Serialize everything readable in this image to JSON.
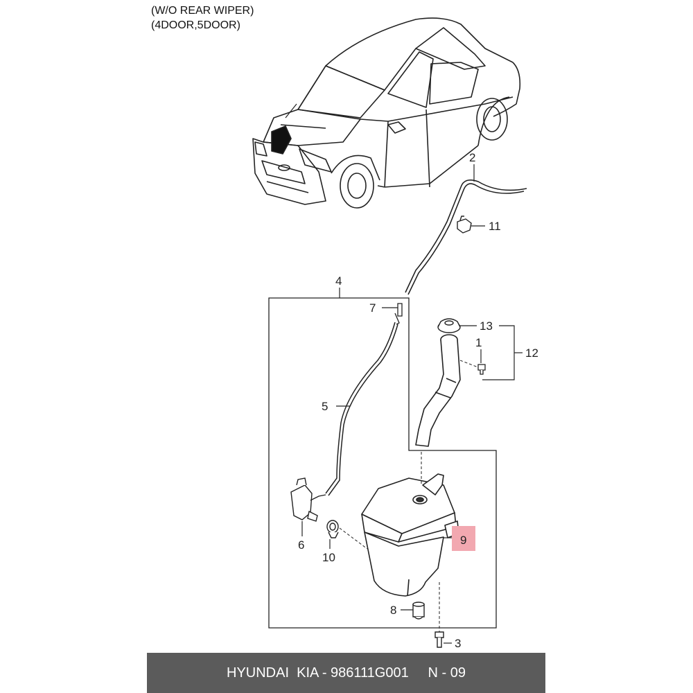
{
  "header": {
    "line1": "(W/O REAR WIPER)",
    "line2": "(4DOOR,5DOOR)"
  },
  "callouts": {
    "c1": "1",
    "c2": "2",
    "c3": "3",
    "c4": "4",
    "c5": "5",
    "c6": "6",
    "c7": "7",
    "c8": "8",
    "c9": "9",
    "c10": "10",
    "c11": "11",
    "c12": "12",
    "c13": "13"
  },
  "highlight_color": "#f2a8b0",
  "footer": {
    "brand": "HYUNDAI  KIA - ",
    "part_number": "986111G001",
    "separator": "     ",
    "page": "N - 09",
    "background": "#5b5b5b"
  }
}
